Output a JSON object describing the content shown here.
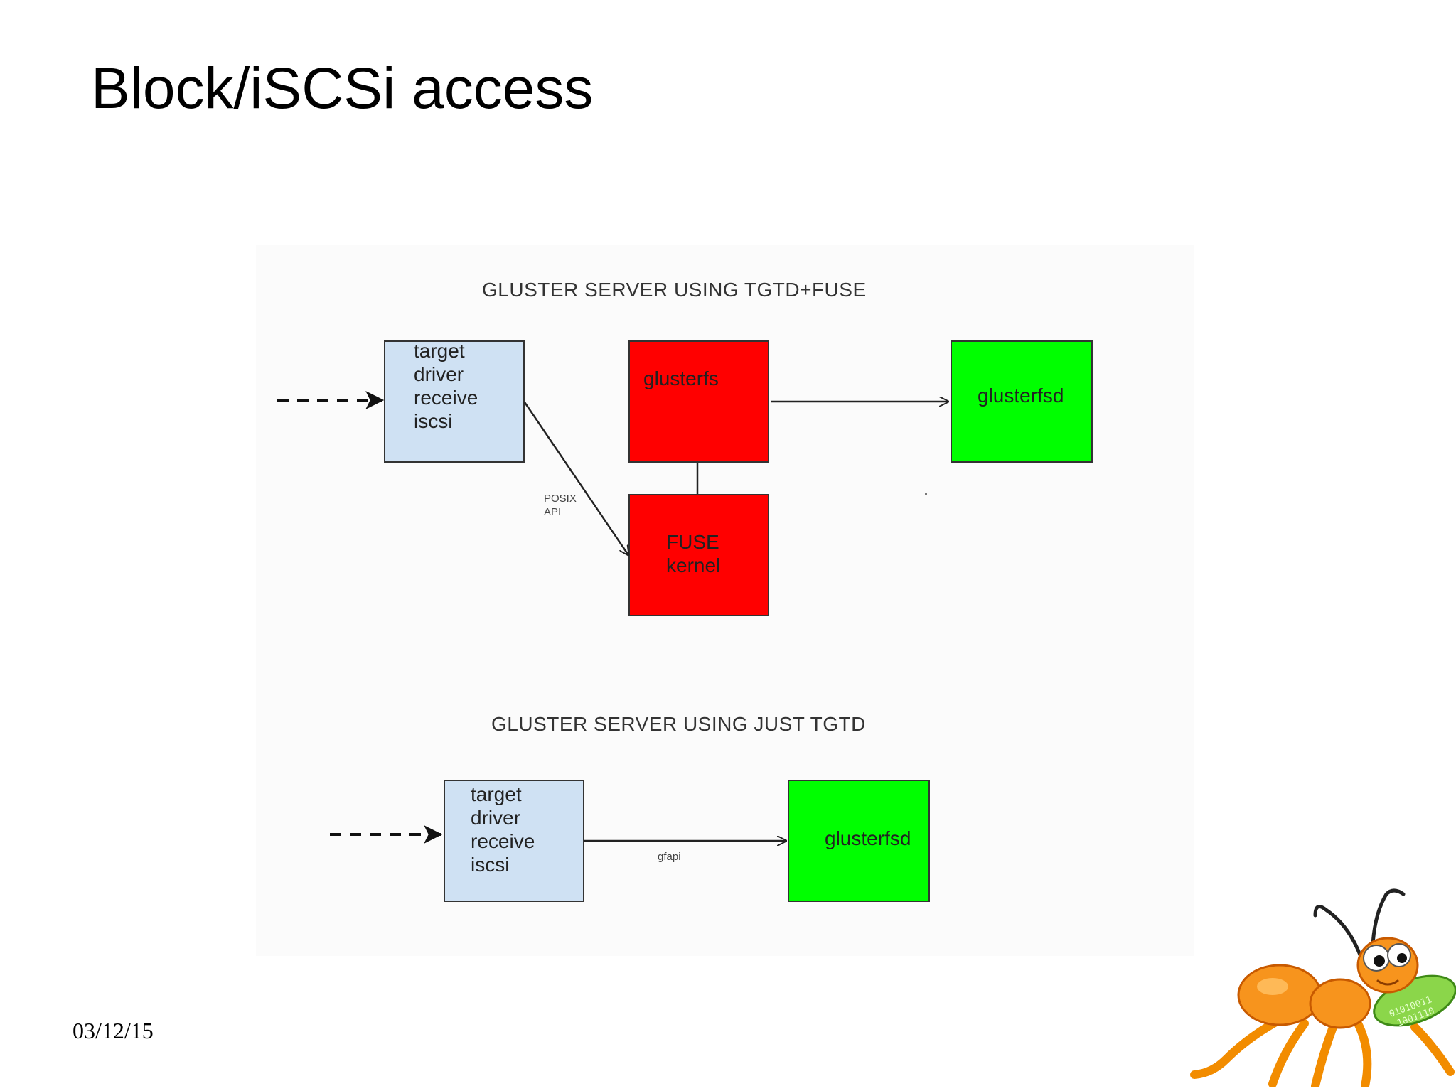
{
  "slide": {
    "title": "Block/iSCSi access",
    "date": "03/12/15"
  },
  "diagram_top": {
    "title": "GLUSTER SERVER USING TGTD+FUSE",
    "target_box": "target\ndriver\nreceive\niscsi",
    "glusterfs_box": "glusterfs",
    "fuse_box": "FUSE\nkernel",
    "glusterfsd_box": "glusterfsd",
    "edge_label": "POSIX\nAPI"
  },
  "diagram_bottom": {
    "title": "GLUSTER SERVER USING JUST TGTD",
    "target_box": "target\ndriver\nreceive\niscsi",
    "glusterfsd_box": "glusterfsd",
    "edge_label": "gfapi"
  },
  "colors": {
    "blue_box": "#cfe1f3",
    "red_box": "#ff0000",
    "green_box": "#00ff00"
  },
  "icons": {
    "mascot": "gluster-ant-logo"
  }
}
